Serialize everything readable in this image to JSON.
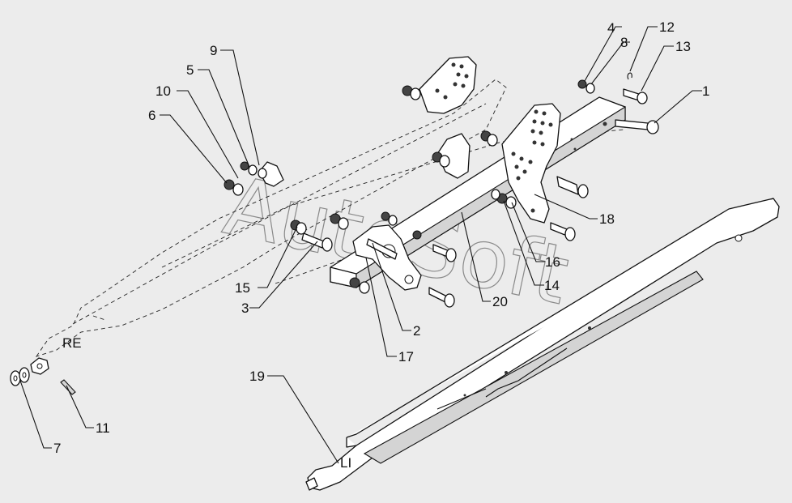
{
  "labels": {
    "l1": "1",
    "l2": "2",
    "l3": "3",
    "l4": "4",
    "l5": "5",
    "l6": "6",
    "l7": "7",
    "l8": "8",
    "l9": "9",
    "l10": "10",
    "l11": "11",
    "l12": "12",
    "l13": "13",
    "l14": "14",
    "l15": "15",
    "l16": "16",
    "l17": "17",
    "l18": "18",
    "l19": "19",
    "l20": "20"
  },
  "side_right": "RE",
  "side_left": "LI",
  "watermark": "AutoSoft"
}
